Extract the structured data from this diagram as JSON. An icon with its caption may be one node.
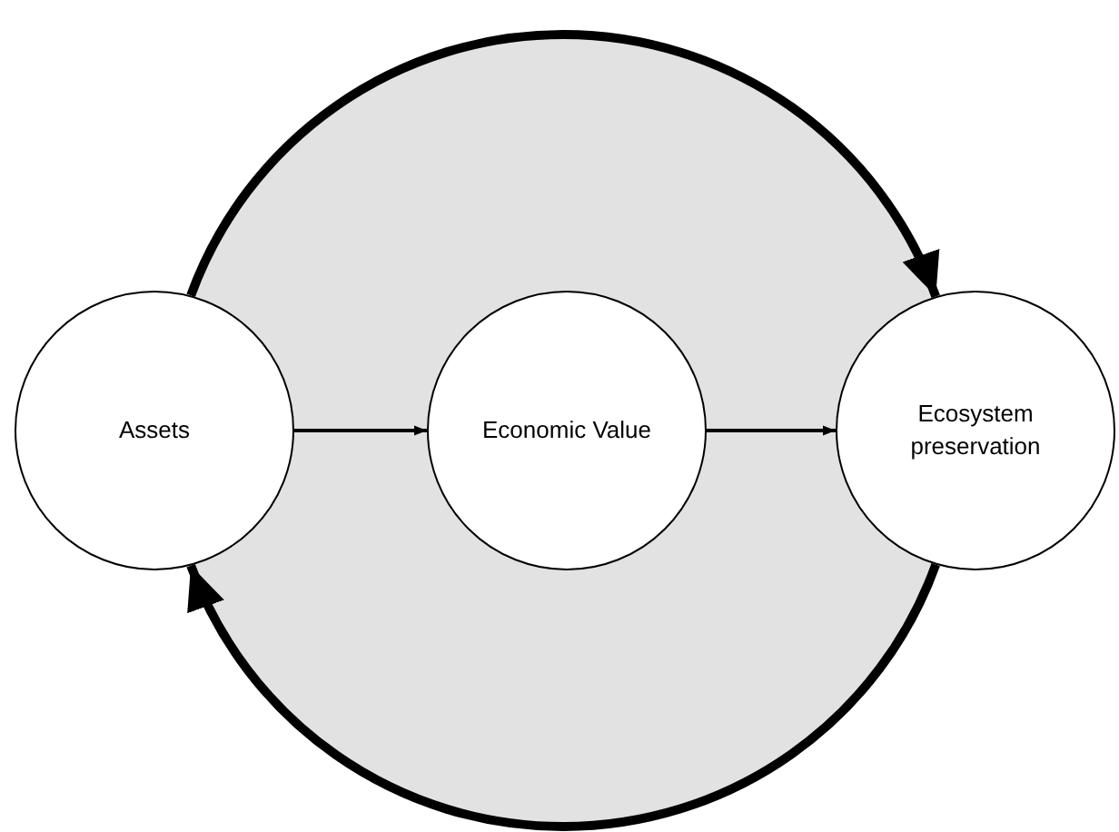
{
  "diagram": {
    "nodes": [
      {
        "text": [
          "Assets"
        ]
      },
      {
        "text": [
          "Economic Value"
        ]
      },
      {
        "text": [
          "Ecosystem preservation"
        ]
      }
    ],
    "edges": [
      {
        "from": 0,
        "to": 1,
        "arrow": "to"
      },
      {
        "from": 1,
        "to": 2,
        "arrow": "to"
      },
      {
        "from": 0,
        "to": 2,
        "arrow": "to",
        "style": "thick"
      },
      {
        "from": 2,
        "to": 0,
        "arrow": "to",
        "style": "thick"
      }
    ]
  }
}
